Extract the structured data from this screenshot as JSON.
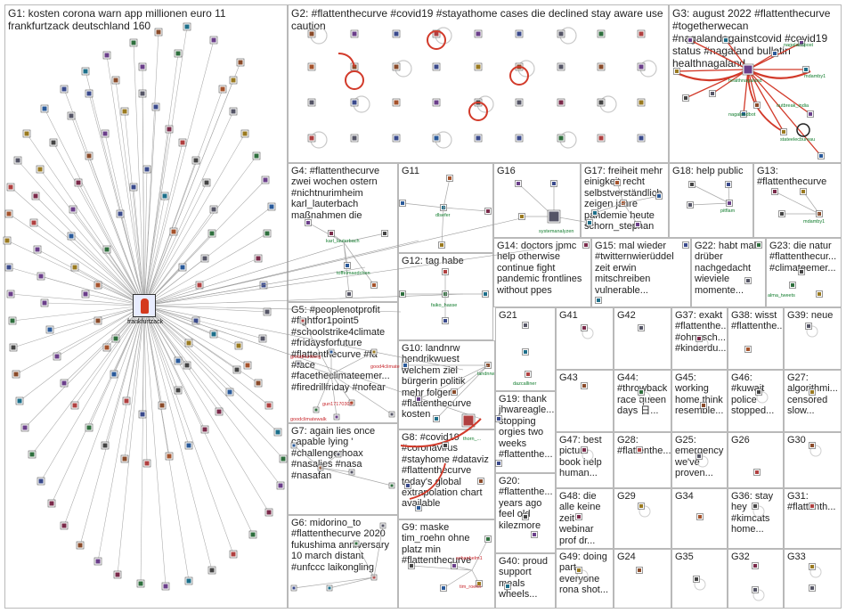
{
  "groups": [
    {
      "id": "G1",
      "label": "G1: kosten corona warn app millionen euro 11\nfrankfurtzack deutschland 160"
    },
    {
      "id": "G2",
      "label": "G2: #flattenthecurve #covid19 #stayathome cases die declined stay aware use\ncaution"
    },
    {
      "id": "G3",
      "label": "G3: august 2022 #flattenthecurve\n#togetherwecan\n#nagalandagainstcovid #covid19\nstatus #nagaland bulletin\nhealthnagaland"
    },
    {
      "id": "G4",
      "label": "G4: #flattenthecurve\nzwei wochen ostern\n#nichtnurimheim\nkarl_lauterbach\nmaßnahmen die"
    },
    {
      "id": "G11",
      "label": "G11"
    },
    {
      "id": "G16",
      "label": "G16"
    },
    {
      "id": "G17",
      "label": "G17: freiheit mehr\neinigkeit recht\nselbstverständlich\nzeigen jahre\npandemie heute\nschorn_stephan"
    },
    {
      "id": "G18",
      "label": "G18: help public"
    },
    {
      "id": "G13",
      "label": "G13:\n#flattenthecurve"
    },
    {
      "id": "G12",
      "label": "G12: tag habe"
    },
    {
      "id": "G14",
      "label": "G14: doctors jpmc\nhelp otherwise\ncontinue fight\npandemic frontlines\nwithout ppes"
    },
    {
      "id": "G15",
      "label": "G15: mal wieder\n#twitternwierüddel\nzeit erwin\nmitschreiben\nvulnerable..."
    },
    {
      "id": "G22",
      "label": "G22: habt mal\ndrüber\nnachgedacht\nwieviele\nmomente..."
    },
    {
      "id": "G23",
      "label": "G23: die natur\n#flattenthecur...\n#climateemer..."
    },
    {
      "id": "G5",
      "label": "G5: #peoplenotprofit\n#fightfor1point5\n#schoolstrike4climate\n#fridaysforfuture\n#flattenthecurve #fa\n#face\n#facetheclimateemer...\n#firedrillfriday #nofear"
    },
    {
      "id": "G10",
      "label": "G10: landnrw\nhendrikwuest\nwelchem ziel\nbürgerin politik\nmehr folgen\n#flattenthecurve\nkosten"
    },
    {
      "id": "G21",
      "label": "G21"
    },
    {
      "id": "G41",
      "label": "G41"
    },
    {
      "id": "G42",
      "label": "G42"
    },
    {
      "id": "G37",
      "label": "G37: exakt\n#flattenthe...\n#ohnesch...\n#kinderdu..."
    },
    {
      "id": "G38",
      "label": "G38: wisst\n#flattenthe..."
    },
    {
      "id": "G39",
      "label": "G39: neue"
    },
    {
      "id": "G19",
      "label": "G19: thank\njhwareagle...\nstopping\norgies two\nweeks\n#flattenthe..."
    },
    {
      "id": "G43",
      "label": "G43"
    },
    {
      "id": "G44",
      "label": "G44:\n#throwback\nrace queen\ndays 日..."
    },
    {
      "id": "G45",
      "label": "G45:\nworking\nhome think\nresemble..."
    },
    {
      "id": "G46",
      "label": "G46:\n#kuwait\npolice\nstopped..."
    },
    {
      "id": "G27",
      "label": "G27:\nalgorithmi...\ncensored\nslow..."
    },
    {
      "id": "G7",
      "label": "G7: again lies once\ncapable lying '\n#challengerhoax\n#nasalies #nasa\n#nasafan"
    },
    {
      "id": "G8",
      "label": "G8: #covid19\n#coronavirus\n#stayhome #dataviz\n#flattenthecurve\ntoday's global\nextrapolation chart\navailable"
    },
    {
      "id": "G47",
      "label": "G47: best\npicture\nbook help\nhuman..."
    },
    {
      "id": "G28",
      "label": "G28:\n#flattenthe..."
    },
    {
      "id": "G25",
      "label": "G25:\nemergency\nwe've\nproven..."
    },
    {
      "id": "G26",
      "label": "G26"
    },
    {
      "id": "G30",
      "label": "G30"
    },
    {
      "id": "G20",
      "label": "G20:\n#flattenthe...\nyears ago\nfeel old\nkilezmore"
    },
    {
      "id": "G48",
      "label": "G48: die\nalle keine\nzeit webinar\nprof dr..."
    },
    {
      "id": "G29",
      "label": "G29"
    },
    {
      "id": "G34",
      "label": "G34"
    },
    {
      "id": "G36",
      "label": "G36: stay\nhey\n#kimcats\nhome..."
    },
    {
      "id": "G31",
      "label": "G31:\n#flattenth..."
    },
    {
      "id": "G6",
      "label": "G6: midorino_to\n#flattenthecurve 2020\nfukushima anniversary\n10 march distant\n#unfccc laikongling"
    },
    {
      "id": "G9",
      "label": "G9: maske\ntim_roehn ohne\nplatz min\n#flattenthecurve"
    },
    {
      "id": "G40",
      "label": "G40: proud\nsupport\nmeals\nwheels..."
    },
    {
      "id": "G49",
      "label": "G49: doing\npart\neveryone\nrona shot..."
    },
    {
      "id": "G24",
      "label": "G24"
    },
    {
      "id": "G35",
      "label": "G35"
    },
    {
      "id": "G32",
      "label": "G32"
    },
    {
      "id": "G33",
      "label": "G33"
    }
  ],
  "node_labels": {
    "hub": "frankfurtzack",
    "healthnagaland": "healthnagaland",
    "mdamby1": "mdamby1",
    "outbreak_india": "outbreak_india",
    "nagalandbot": "nagalandbot",
    "stateelecbureau": "stateelecbureau",
    "nagaland_ext": "nagalandpost",
    "karl_lauterbach": "karl_lauterbach",
    "toffelmaedchen": "toffelmaedchen",
    "dlsefer": "dlsefer",
    "systemanalyzen": "systemanalyzen",
    "pitflam": "pitflam",
    "mdamby1b": "mdamby1",
    "faiko_hasse": "faiko_hasse",
    "alma_tweets": "alma_tweets",
    "landnrw": "landnrw",
    "goodclimatewalk": "goodclimatewalk",
    "gun17170309": "gun17170309",
    "dazcalliner": "dazcalliner",
    "tim_roehn": "tim_roehn",
    "schanhelm1": "schanhelm1",
    "gretathunberg": "gretathunberg",
    "goodforclimate": "good4climate",
    "thorn": "thorn_..."
  },
  "colors": {
    "panel_border": "#b9b9b9",
    "edge_gray": "#a8a8a8",
    "edge_red": "#d23a2a",
    "node_label_green": "#107c2c",
    "node_label_red": "#c8272d"
  }
}
